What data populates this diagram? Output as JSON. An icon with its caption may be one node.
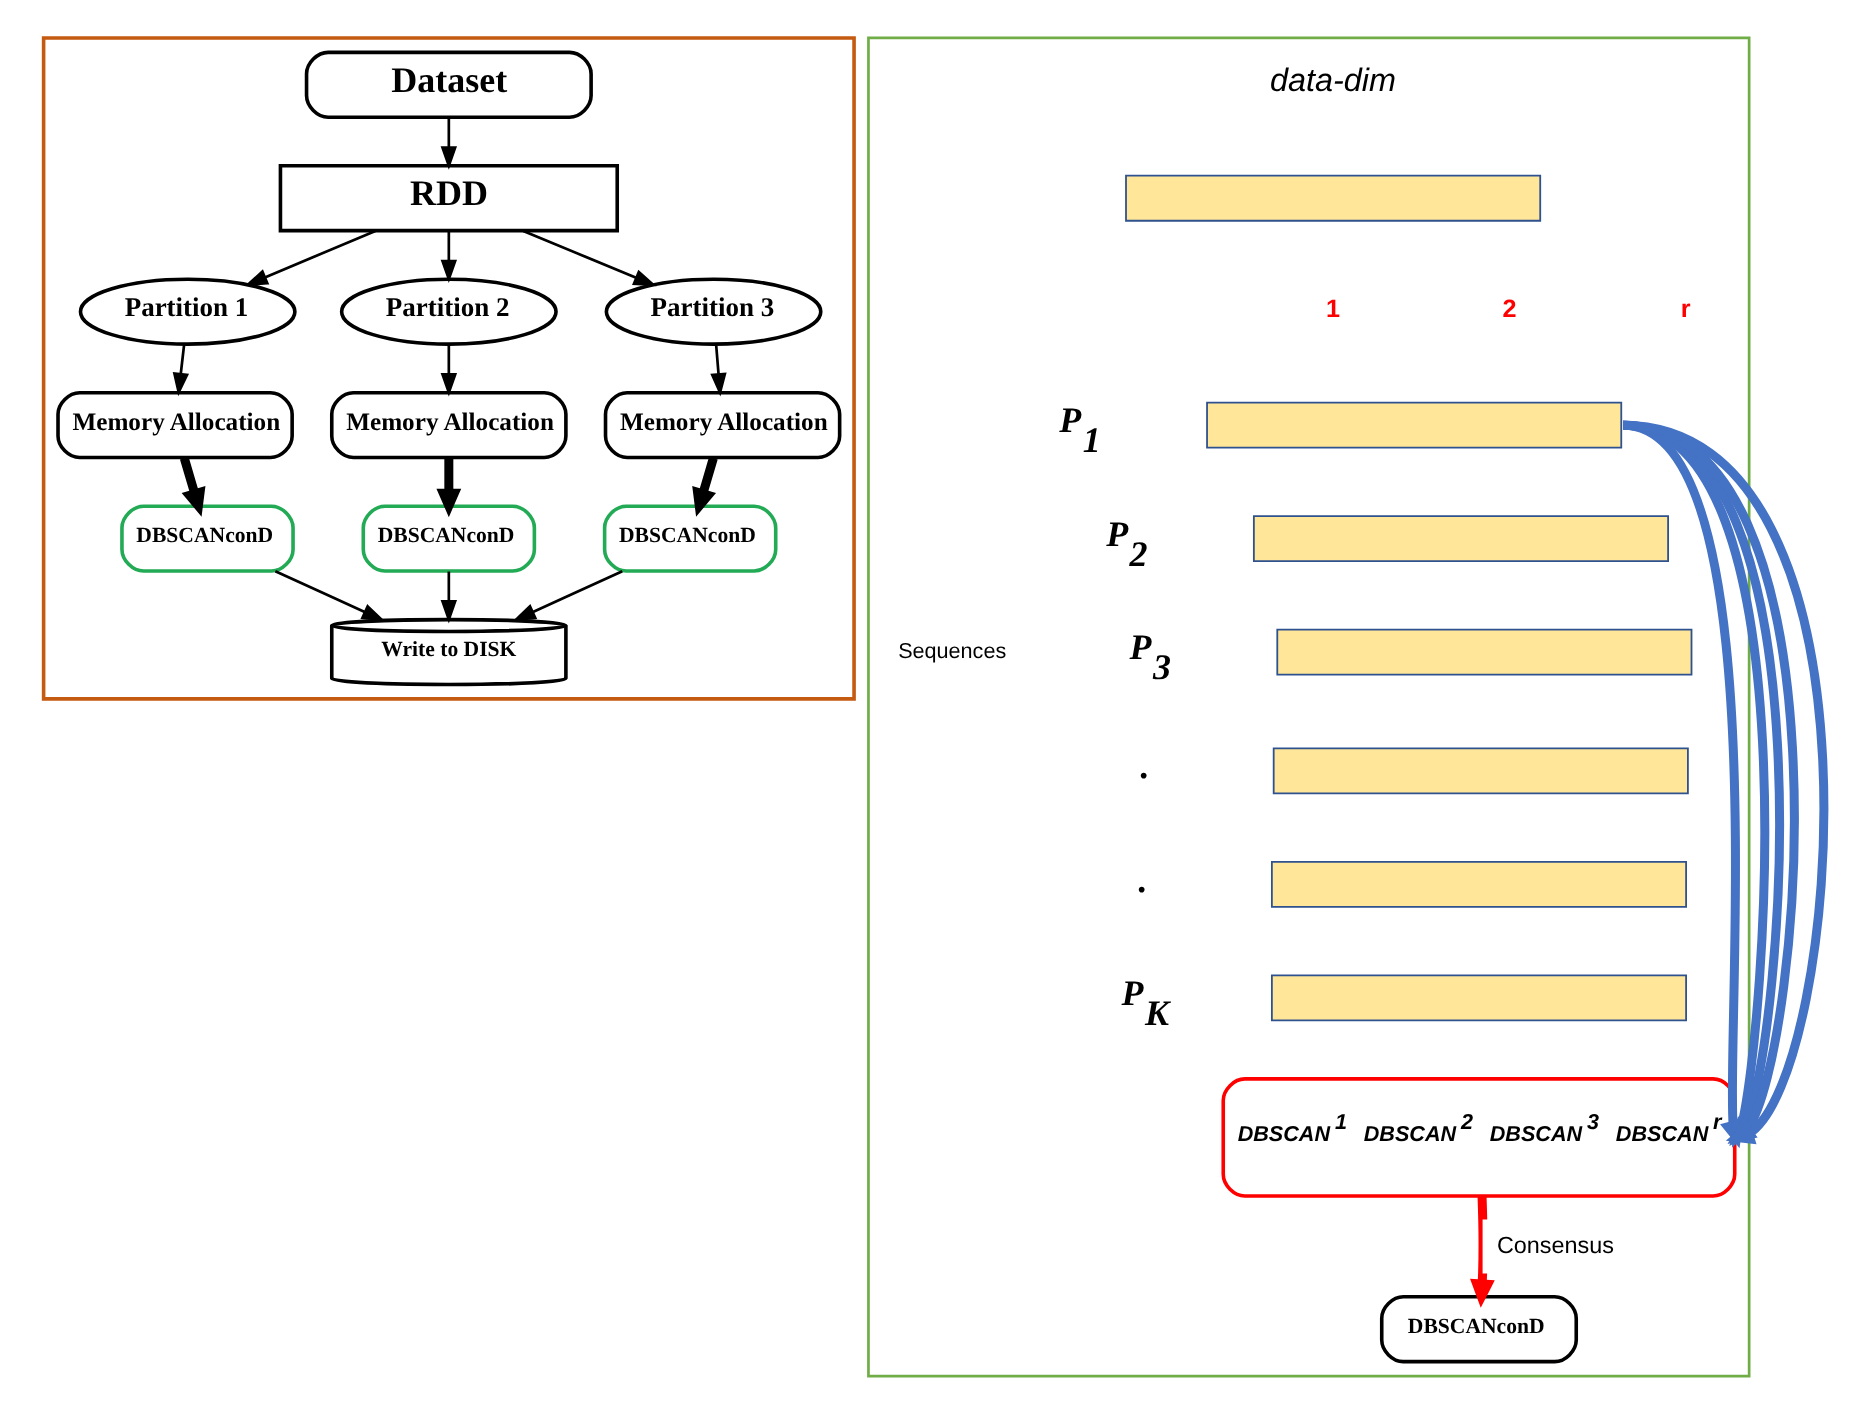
{
  "diagram": {
    "nodes": [
      {
        "text": [],
        "shape": "box"
      },
      {
        "text": [
          "Dataset"
        ],
        "in": 0
      },
      {
        "text": [
          "RDD"
        ],
        "in": 0
      },
      {
        "text": [
          "Partition 1"
        ],
        "in": 0
      },
      {
        "text": [
          "Partition 2"
        ],
        "in": 0
      },
      {
        "text": [
          "Partition 3"
        ],
        "in": 0
      },
      {
        "text": [
          "Memory Allocation"
        ],
        "in": 0
      },
      {
        "text": [
          "Memory Allocation"
        ],
        "in": 0
      },
      {
        "text": [
          "Memory Allocation"
        ],
        "in": 0
      },
      {
        "text": [
          "DBSCANconD"
        ],
        "in": 0
      },
      {
        "text": [
          "DBSCANconD"
        ],
        "in": 0
      },
      {
        "text": [
          "DBSCANconD"
        ],
        "in": 0
      },
      {
        "text": [
          "Write to DISK"
        ],
        "in": 0
      },
      {
        "text": [],
        "shape": "box"
      },
      {
        "text": [],
        "shape": "bar",
        "in": 13
      },
      {
        "text": [],
        "shape": "bar",
        "beside": [
          "P$_{1}$"
        ],
        "in": 13
      },
      {
        "text": [],
        "shape": "bar",
        "beside": [
          "P$_{2}$"
        ],
        "in": 13
      },
      {
        "text": [],
        "shape": "bar",
        "beside": [
          "P$_{3}$"
        ],
        "in": 13
      },
      {
        "text": [],
        "shape": "bar",
        "beside": [
          "."
        ],
        "in": 13
      },
      {
        "text": [],
        "shape": "bar",
        "beside": [
          "."
        ],
        "in": 13
      },
      {
        "text": [],
        "shape": "bar",
        "beside": [
          "P$_{K}$"
        ],
        "in": 13
      },
      {
        "text": [
          "DBSCAN$^{1}$",
          "DBSCAN$^{2}$",
          "DBSCAN$^{3}$",
          "DBSCAN$^{r}$"
        ],
        "in": 13
      },
      {
        "text": [
          "DBSCANconD"
        ],
        "in": 13
      }
    ],
    "edges": [
      {
        "from": 1,
        "to": 2,
        "arrow": "to"
      },
      {
        "from": 2,
        "to": 3,
        "arrow": "to"
      },
      {
        "from": 2,
        "to": 4,
        "arrow": "to"
      },
      {
        "from": 2,
        "to": 5,
        "arrow": "to"
      },
      {
        "from": 3,
        "to": 6,
        "arrow": "to"
      },
      {
        "from": 4,
        "to": 7,
        "arrow": "to"
      },
      {
        "from": 5,
        "to": 8,
        "arrow": "to"
      },
      {
        "from": 6,
        "to": 9,
        "arrow": "to",
        "style": "thick"
      },
      {
        "from": 7,
        "to": 10,
        "arrow": "to",
        "style": "thick"
      },
      {
        "from": 8,
        "to": 11,
        "arrow": "to",
        "style": "thick"
      },
      {
        "from": 9,
        "to": 12,
        "arrow": "to"
      },
      {
        "from": 10,
        "to": 12,
        "arrow": "to"
      },
      {
        "from": 11,
        "to": 12,
        "arrow": "to"
      },
      {
        "from": 15,
        "to": 21,
        "arrow": "to",
        "style": "thick",
        "color": "#4472c4"
      },
      {
        "from": 15,
        "to": 21,
        "arrow": "to",
        "style": "thick",
        "color": "#4472c4"
      },
      {
        "from": 15,
        "to": 21,
        "arrow": "to",
        "style": "thick",
        "color": "#4472c4"
      },
      {
        "from": 15,
        "to": 21,
        "arrow": "to",
        "style": "thick",
        "color": "#4472c4"
      },
      {
        "from": 15,
        "to": 21,
        "arrow": "to",
        "style": "thick",
        "color": "#4472c4"
      },
      {
        "from": 21,
        "to": 22,
        "arrow": "to",
        "label": "Consensus",
        "style": "thick",
        "color": "#ff0000"
      }
    ],
    "labels": [
      "data-dim",
      "1",
      "2",
      "r",
      "Sequences"
    ]
  }
}
